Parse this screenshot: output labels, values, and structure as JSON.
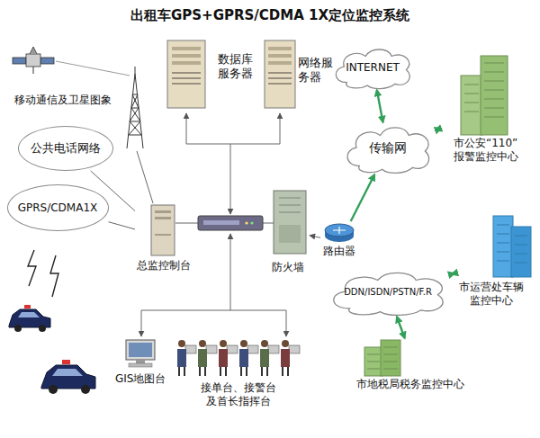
{
  "diagram": {
    "title": "出租车GPS+GPRS/CDMA 1X定位监控系统",
    "nodes": [
      {
        "text": [
          "移动通信及卫星图象"
        ]
      },
      {
        "text": [
          "数据库服务器"
        ]
      },
      {
        "text": [
          "网络服务器"
        ]
      },
      {
        "text": [
          "INTERNET"
        ]
      },
      {
        "text": [
          "市公安“110”报警监控中心"
        ]
      },
      {
        "text": [
          "传输网"
        ]
      },
      {
        "text": [
          "公共电话网络"
        ]
      },
      {
        "text": [
          "GPRS/CDMA1X"
        ]
      },
      {
        "text": [
          "总监控制台"
        ]
      },
      {
        "text": [
          "防火墙"
        ]
      },
      {
        "text": [
          "路由器"
        ]
      },
      {
        "text": [
          "DDN/ISDN/PSTN/F.R"
        ]
      },
      {
        "text": [
          "市运营处车辆监控中心"
        ]
      },
      {
        "text": [
          "GIS地图台"
        ]
      },
      {
        "text": [
          "接单台、接警台及首长指挥台"
        ]
      },
      {
        "text": [
          "市地税局税务监控中心"
        ]
      }
    ],
    "edges": [
      {
        "from": 6,
        "to": 8,
        "arrow": "none"
      },
      {
        "from": 7,
        "to": 8,
        "arrow": "none"
      },
      {
        "from": 10,
        "to": 9,
        "arrow": "to"
      },
      {
        "from": 10,
        "to": 5,
        "arrow": "to"
      },
      {
        "from": 5,
        "to": 3,
        "arrow": "both"
      },
      {
        "from": 5,
        "to": 4,
        "arrow": "both"
      },
      {
        "from": 11,
        "to": 12,
        "arrow": "both"
      },
      {
        "from": 11,
        "to": 15,
        "arrow": "both"
      }
    ]
  }
}
